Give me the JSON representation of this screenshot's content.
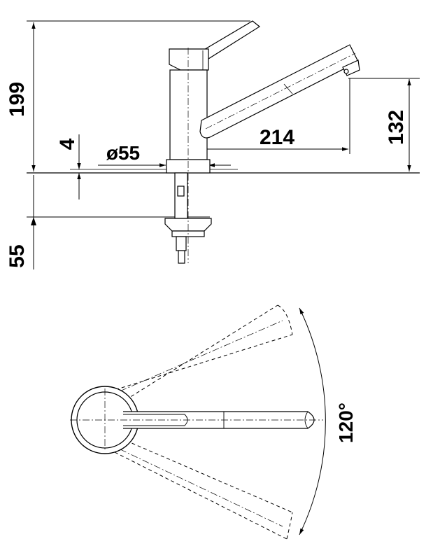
{
  "dimensions": {
    "total_height": "199",
    "thickness": "4",
    "base_diameter": "ø55",
    "spout_reach": "214",
    "spout_height": "132",
    "below_counter": "55"
  },
  "swivel": {
    "angle": "120°"
  },
  "colors": {
    "line": "#000000",
    "background": "#ffffff"
  }
}
